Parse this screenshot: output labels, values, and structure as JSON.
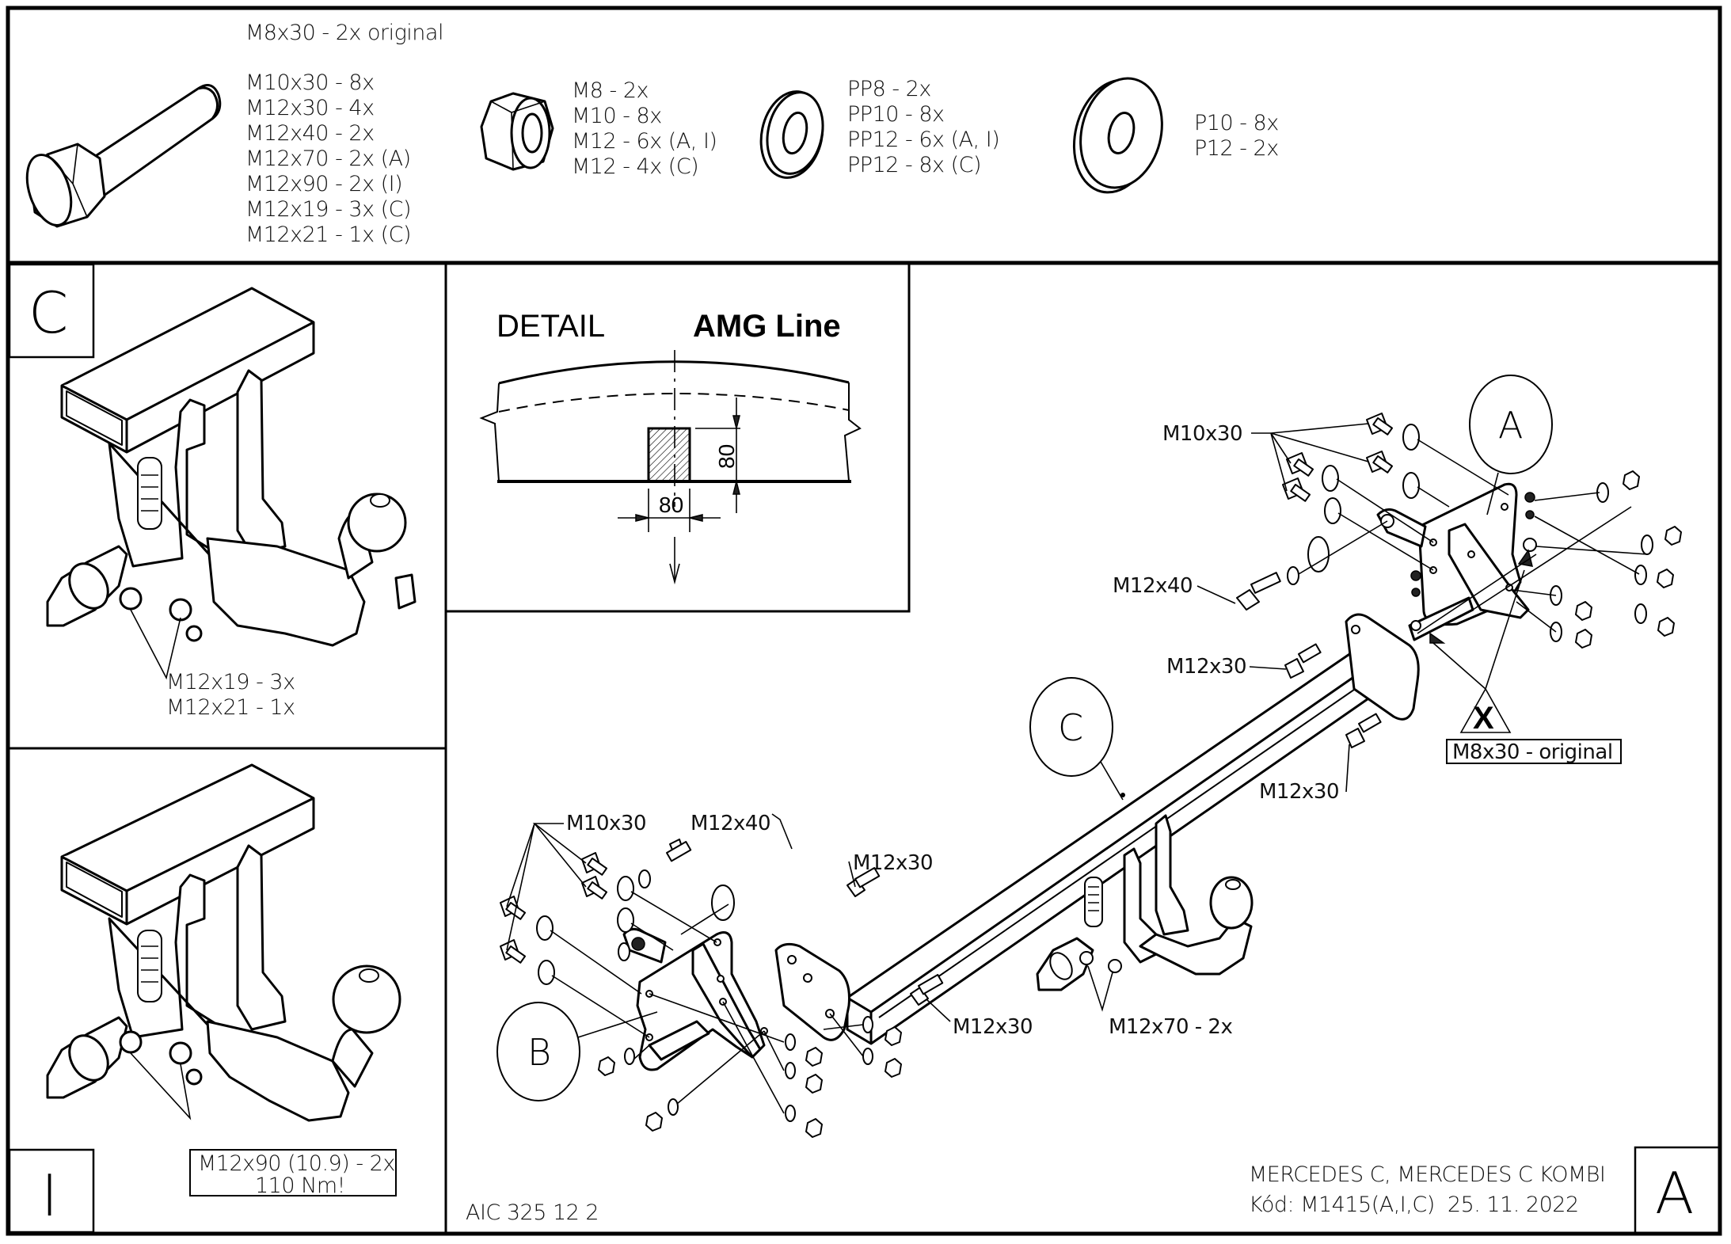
{
  "hardware_list": {
    "original_note": "M8x30 - 2x original",
    "bolts": [
      "M10x30 - 8x",
      "M12x30 - 4x",
      "M12x40 - 2x",
      "M12x70 - 2x (A)",
      "M12x90 - 2x (I)",
      "M12x19 - 3x (C)",
      "M12x21 - 1x (C)"
    ],
    "nuts": [
      "M8 - 2x",
      "M10 - 8x",
      "M12 - 6x (A, I)",
      "M12 - 4x (C)"
    ],
    "spring_washers": [
      "PP8 - 2x",
      "PP10 - 8x",
      "PP12 - 6x (A, I)",
      "PP12 - 8x (C)"
    ],
    "flat_washers": [
      "P10 - 8x",
      "P12 - 2x"
    ]
  },
  "panel_c": {
    "label": "C",
    "notes": [
      "M12x19 - 3x",
      "M12x21 - 1x"
    ]
  },
  "panel_i": {
    "label": "I",
    "notes": [
      "M12x90 (10.9) - 2x",
      "110 Nm!"
    ]
  },
  "detail": {
    "title": "DETAIL",
    "subtitle": "AMG Line",
    "dim_height": "80",
    "dim_width": "80"
  },
  "main_assembly": {
    "callouts": {
      "a": "A",
      "b": "B",
      "c": "C",
      "x": "X"
    },
    "labels": {
      "right_m10x30": "M10x30",
      "right_m12x40": "M12x40",
      "right_m12x30_top": "M12x30",
      "right_m12x30_bottom": "M12x30",
      "original_box": "M8x30 - original",
      "left_m10x30": "M10x30",
      "left_m12x40": "M12x40",
      "left_m12x30_top": "M12x30",
      "left_m12x30_bottom": "M12x30",
      "ball_m12x70": "M12x70 - 2x"
    }
  },
  "footer": {
    "drawing_number": "AIC 325 12 2",
    "vehicle": "MERCEDES C, MERCEDES C KOMBI",
    "code_date": "Kód: M1415(A,I,C)  25. 11. 2022",
    "variant_label": "A"
  }
}
